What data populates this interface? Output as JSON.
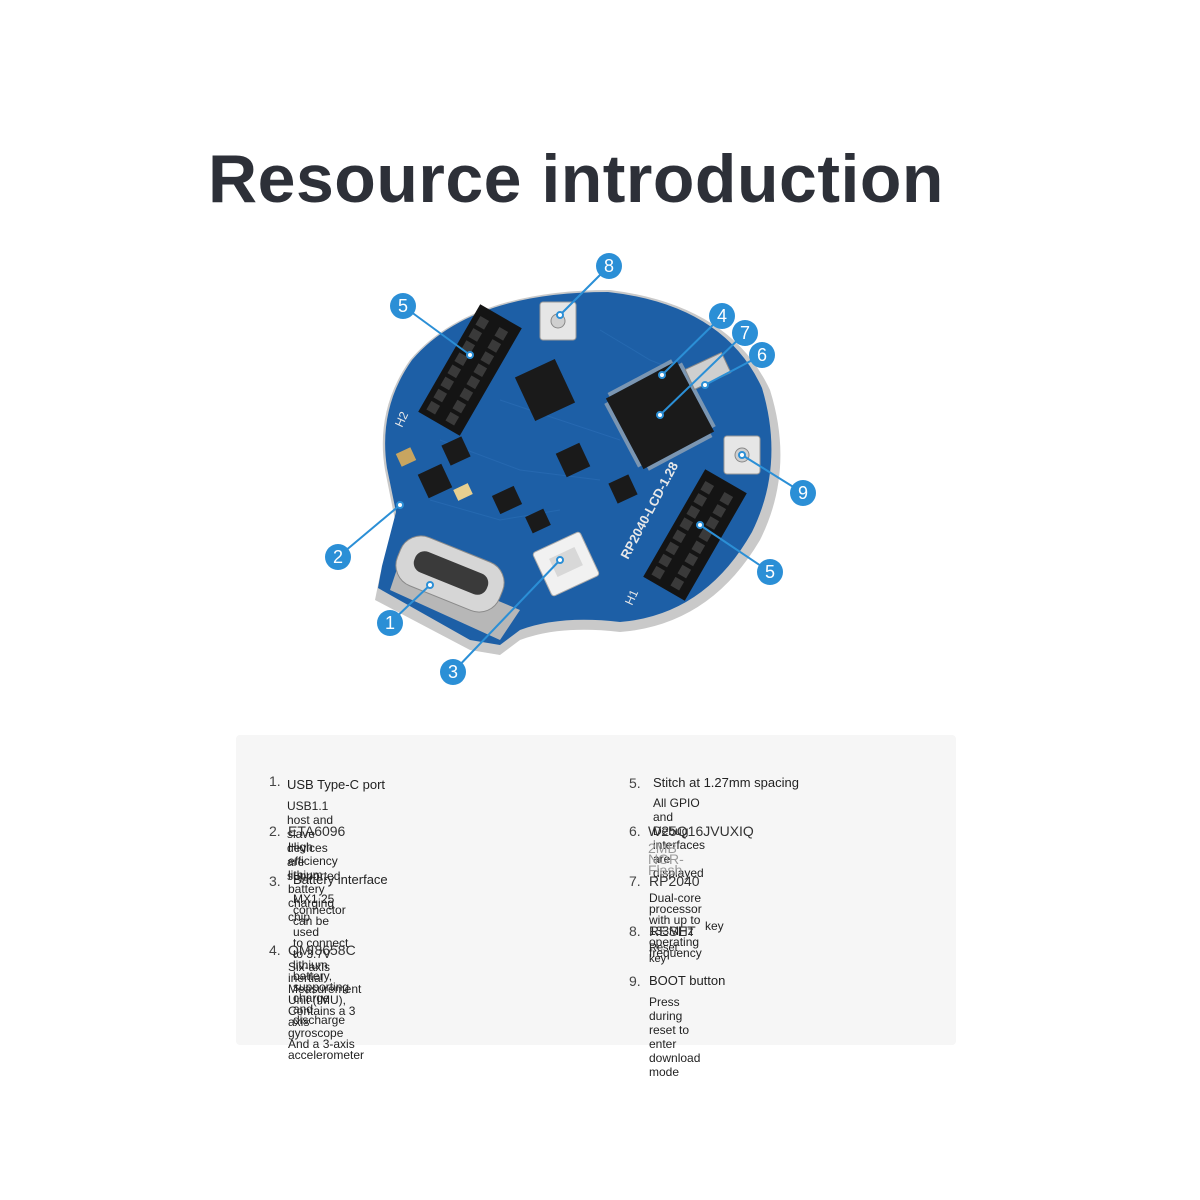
{
  "title": "Resource introduction",
  "board": {
    "silk_model": "RP2040-LCD-1.28",
    "silk_h1": "H1",
    "silk_h2": "H2"
  },
  "callouts": [
    {
      "number": "1"
    },
    {
      "number": "2"
    },
    {
      "number": "3"
    },
    {
      "number": "4"
    },
    {
      "number": "5"
    },
    {
      "number": "5"
    },
    {
      "number": "6"
    },
    {
      "number": "7"
    },
    {
      "number": "8"
    },
    {
      "number": "9"
    }
  ],
  "colors": {
    "callout": "#2b8fd6",
    "pcb": "#1d5fa6",
    "title": "#2d3038"
  },
  "items": [
    {
      "number": "1.",
      "name": "USB Type-C port",
      "description": "USB1.1 host and slave devices are supported"
    },
    {
      "number": "2.",
      "name": "ETA6096",
      "description": "High efficiency lithium battery charging chip"
    },
    {
      "number": "3.",
      "name": "Battery interface",
      "description": "MX1.25 connector can be used\nto connect to 3.7V lithium battery,\nsupporting charge and discharge"
    },
    {
      "number": "4.",
      "name": "QMI8658C",
      "description": "Six-axis inertial Measurement Unit (IMU),\nContains a 3 axis gyroscope\nAnd a 3-axis accelerometer"
    },
    {
      "number": "5.",
      "name": "Stitch at 1.27mm spacing",
      "description": "All GPIO and Debug interfaces are displayed"
    },
    {
      "number": "6.",
      "name": "W25Q16JVUXIQ",
      "description": "2MB NOR-Flash"
    },
    {
      "number": "7.",
      "name": "RP2040",
      "description": "Dual-core processor with up to\n133MHz operating frequency"
    },
    {
      "number": "8.",
      "name": "RESET",
      "extra": "key",
      "description": "Reset key"
    },
    {
      "number": "9.",
      "name": "BOOT button",
      "description": "Press during reset to enter download mode"
    }
  ]
}
